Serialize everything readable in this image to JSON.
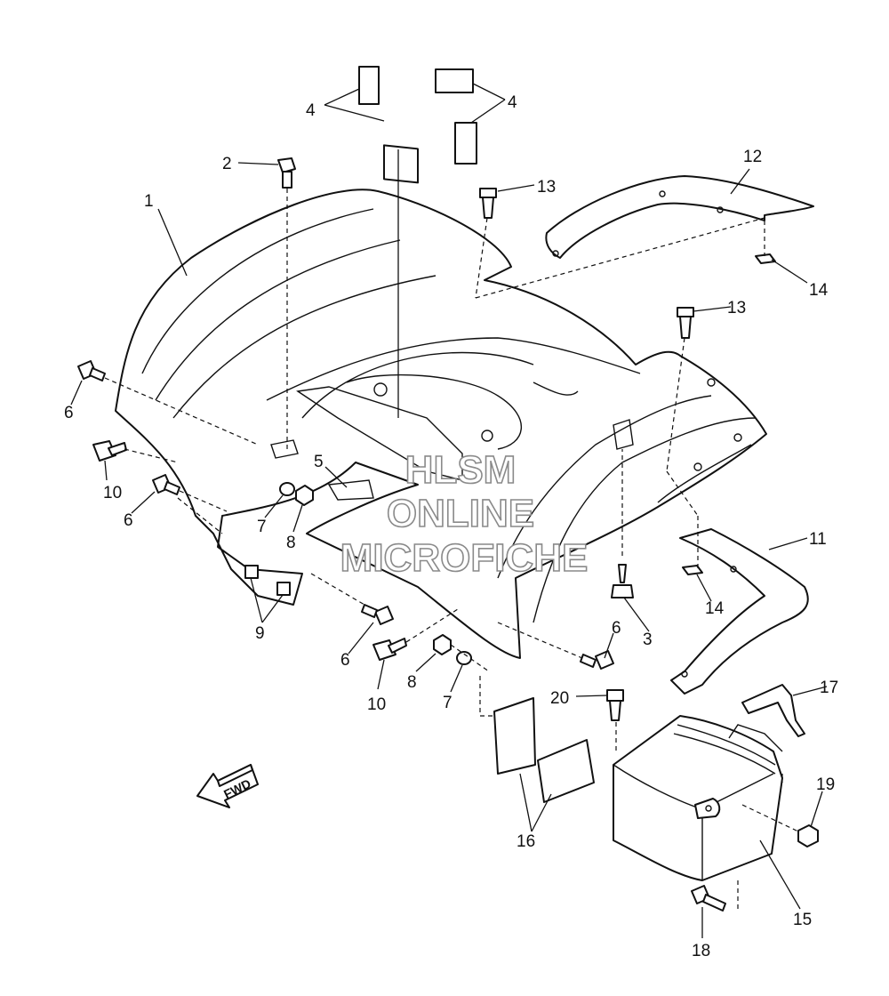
{
  "diagram": {
    "watermark": {
      "line1": "HLSM",
      "line2": "ONLINE",
      "line3": "MICROFICHE"
    },
    "direction_arrow": "FWD",
    "callouts": [
      {
        "id": "c1",
        "label": "1"
      },
      {
        "id": "c2",
        "label": "2"
      },
      {
        "id": "c3",
        "label": "3"
      },
      {
        "id": "c4a",
        "label": "4"
      },
      {
        "id": "c4b",
        "label": "4"
      },
      {
        "id": "c5",
        "label": "5"
      },
      {
        "id": "c6a",
        "label": "6"
      },
      {
        "id": "c6b",
        "label": "6"
      },
      {
        "id": "c6c",
        "label": "6"
      },
      {
        "id": "c6d",
        "label": "6"
      },
      {
        "id": "c7a",
        "label": "7"
      },
      {
        "id": "c7b",
        "label": "7"
      },
      {
        "id": "c8a",
        "label": "8"
      },
      {
        "id": "c8b",
        "label": "8"
      },
      {
        "id": "c9",
        "label": "9"
      },
      {
        "id": "c10a",
        "label": "10"
      },
      {
        "id": "c10b",
        "label": "10"
      },
      {
        "id": "c11",
        "label": "11"
      },
      {
        "id": "c12",
        "label": "12"
      },
      {
        "id": "c13a",
        "label": "13"
      },
      {
        "id": "c13b",
        "label": "13"
      },
      {
        "id": "c14a",
        "label": "14"
      },
      {
        "id": "c14b",
        "label": "14"
      },
      {
        "id": "c15",
        "label": "15"
      },
      {
        "id": "c16",
        "label": "16"
      },
      {
        "id": "c17",
        "label": "17"
      },
      {
        "id": "c18",
        "label": "18"
      },
      {
        "id": "c19",
        "label": "19"
      },
      {
        "id": "c20",
        "label": "20"
      }
    ]
  }
}
